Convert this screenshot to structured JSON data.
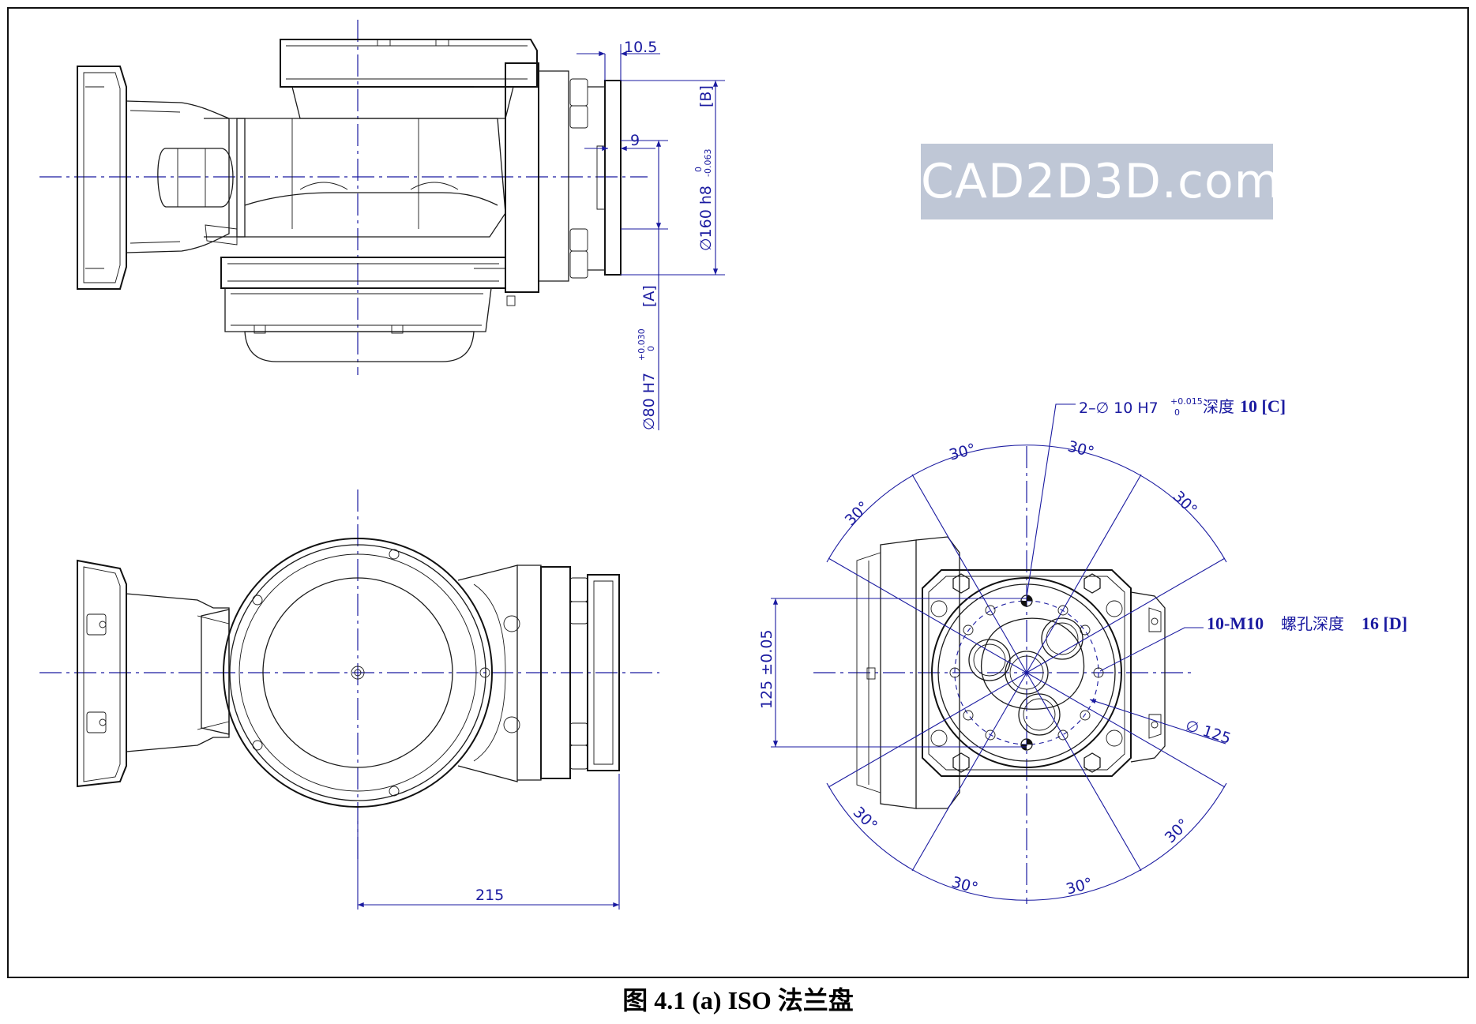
{
  "watermark": "CAD2D3D.com",
  "caption": "图 4.1 (a)    ISO 法兰盘",
  "dimensions": {
    "d_10_5": "10.5",
    "d_9": "9",
    "d_160": "∅160 h8",
    "d_160_tol_upper": "0",
    "d_160_tol_lower": "-0.063",
    "d_160_ref": "[B]",
    "d_80": "∅80 H7",
    "d_80_tol_upper": "+0.030",
    "d_80_tol_lower": "0",
    "d_80_ref": "[A]",
    "d_215": "215",
    "d_125_pos": "125 ±0.05",
    "d_125_dia": "∅ 125",
    "angle": "30°"
  },
  "notes": {
    "pin_hole_prefix": "2–∅ 10 H7",
    "pin_hole_tol_upper": "+0.015",
    "pin_hole_tol_lower": "0",
    "pin_hole_cjk": "深度",
    "pin_hole_depth": "10 [C]",
    "tap_hole_spec": "10-M10",
    "tap_hole_cjk": "螺孔深度",
    "tap_hole_depth": "16 [D]"
  },
  "colors": {
    "line": "#1a1a1a",
    "dimension": "#1a1aa0",
    "watermark_bg": "#bfc7d6"
  }
}
